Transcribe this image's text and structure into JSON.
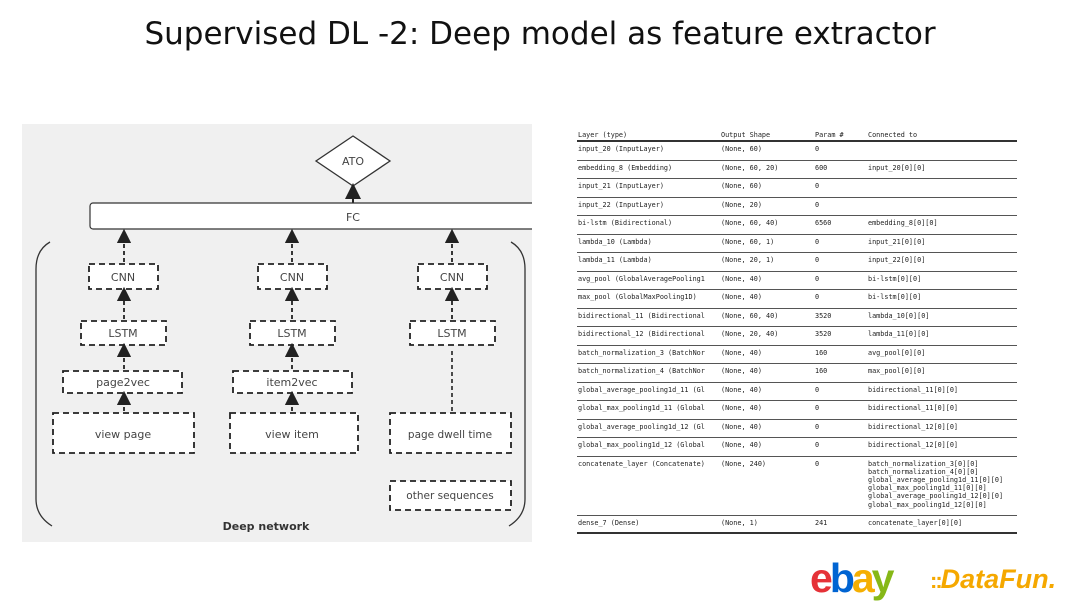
{
  "slide": {
    "title": "Supervised DL -2: Deep model as feature extractor"
  },
  "diagram": {
    "ato_label": "ATO",
    "fc_label": "FC",
    "deep_network_label": "Deep network",
    "columns": [
      {
        "cnn": "CNN",
        "lstm": "LSTM",
        "vec": "page2vec",
        "input": "view page"
      },
      {
        "cnn": "CNN",
        "lstm": "LSTM",
        "vec": "item2vec",
        "input": "view item"
      },
      {
        "cnn": "CNN",
        "lstm": "LSTM",
        "input": "page dwell time",
        "extra_input": "other sequences"
      }
    ]
  },
  "model_summary": {
    "headers": {
      "layer": "Layer (type)",
      "shape": "Output Shape",
      "param": "Param #",
      "connected": "Connected to"
    },
    "rows": [
      {
        "layer": "input_20 (InputLayer)",
        "shape": "(None, 60)",
        "param": "0",
        "connected": ""
      },
      {
        "layer": "embedding_8 (Embedding)",
        "shape": "(None, 60, 20)",
        "param": "600",
        "connected": "input_20[0][0]"
      },
      {
        "layer": "input_21 (InputLayer)",
        "shape": "(None, 60)",
        "param": "0",
        "connected": ""
      },
      {
        "layer": "input_22 (InputLayer)",
        "shape": "(None, 20)",
        "param": "0",
        "connected": ""
      },
      {
        "layer": "bi-lstm (Bidirectional)",
        "shape": "(None, 60, 40)",
        "param": "6560",
        "connected": "embedding_8[0][0]"
      },
      {
        "layer": "lambda_10 (Lambda)",
        "shape": "(None, 60, 1)",
        "param": "0",
        "connected": "input_21[0][0]"
      },
      {
        "layer": "lambda_11 (Lambda)",
        "shape": "(None, 20, 1)",
        "param": "0",
        "connected": "input_22[0][0]"
      },
      {
        "layer": "avg_pool (GlobalAveragePooling1",
        "shape": "(None, 40)",
        "param": "0",
        "connected": "bi-lstm[0][0]"
      },
      {
        "layer": "max_pool (GlobalMaxPooling1D)",
        "shape": "(None, 40)",
        "param": "0",
        "connected": "bi-lstm[0][0]"
      },
      {
        "layer": "bidirectional_11 (Bidirectional",
        "shape": "(None, 60, 40)",
        "param": "3520",
        "connected": "lambda_10[0][0]"
      },
      {
        "layer": "bidirectional_12 (Bidirectional",
        "shape": "(None, 20, 40)",
        "param": "3520",
        "connected": "lambda_11[0][0]"
      },
      {
        "layer": "batch_normalization_3 (BatchNor",
        "shape": "(None, 40)",
        "param": "160",
        "connected": "avg_pool[0][0]"
      },
      {
        "layer": "batch_normalization_4 (BatchNor",
        "shape": "(None, 40)",
        "param": "160",
        "connected": "max_pool[0][0]"
      },
      {
        "layer": "global_average_pooling1d_11 (Gl",
        "shape": "(None, 40)",
        "param": "0",
        "connected": "bidirectional_11[0][0]"
      },
      {
        "layer": "global_max_pooling1d_11 (Global",
        "shape": "(None, 40)",
        "param": "0",
        "connected": "bidirectional_11[0][0]"
      },
      {
        "layer": "global_average_pooling1d_12 (Gl",
        "shape": "(None, 40)",
        "param": "0",
        "connected": "bidirectional_12[0][0]"
      },
      {
        "layer": "global_max_pooling1d_12 (Global",
        "shape": "(None, 40)",
        "param": "0",
        "connected": "bidirectional_12[0][0]"
      },
      {
        "layer": "concatenate_layer (Concatenate)",
        "shape": "(None, 240)",
        "param": "0",
        "connected": "batch_normalization_3[0][0]\nbatch_normalization_4[0][0]\nglobal_average_pooling1d_11[0][0]\nglobal_max_pooling1d_11[0][0]\nglobal_average_pooling1d_12[0][0]\nglobal_max_pooling1d_12[0][0]"
      },
      {
        "layer": "dense_7 (Dense)",
        "shape": "(None, 1)",
        "param": "241",
        "connected": "concatenate_layer[0][0]"
      }
    ]
  },
  "logos": {
    "ebay": {
      "e": "e",
      "b": "b",
      "a": "a",
      "y": "y"
    },
    "datafun_dots": "::",
    "datafun_text": "DataFun."
  }
}
